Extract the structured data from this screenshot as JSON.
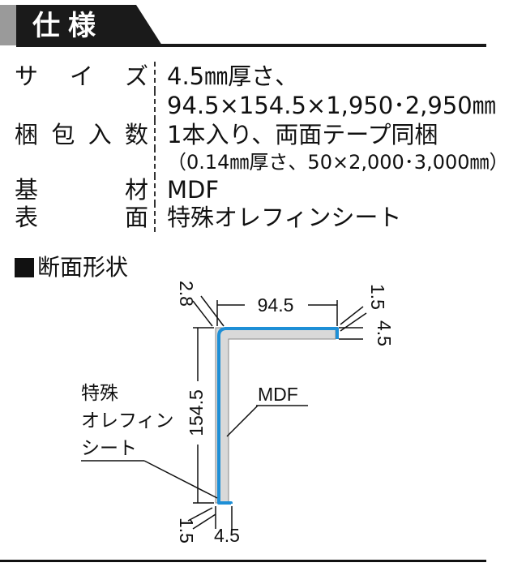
{
  "header": {
    "title": "仕様"
  },
  "specs": [
    {
      "label_chars": [
        "サ",
        "イ",
        "ズ"
      ],
      "value": "4.5㎜厚さ、"
    },
    {
      "label_chars": [],
      "value": "94.5×154.5×1,950･2,950㎜"
    },
    {
      "label_chars": [
        "梱",
        "包",
        "入",
        "数"
      ],
      "value": "1本入り、両面テープ同梱"
    },
    {
      "label_chars": [],
      "value": "（0.14㎜厚さ、50×2,000･3,000㎜）"
    },
    {
      "label_chars": [
        "基",
        "材"
      ],
      "value": "MDF"
    },
    {
      "label_chars": [
        "表",
        "面"
      ],
      "value": "特殊オレフィンシート"
    }
  ],
  "section": {
    "title": "断面形状"
  },
  "diagram": {
    "dim_top_width": "94.5",
    "dim_thickness_top": "2.8",
    "dim_sheet_top": "1.5",
    "dim_right_thickness": "4.5",
    "dim_height": "154.5",
    "dim_bottom_thickness": "4.5",
    "dim_sheet_bottom": "1.5",
    "label_material": "MDF",
    "label_surface_line1": "特殊",
    "label_surface_line2": "オレフィン",
    "label_surface_line3": "シート",
    "colors": {
      "sheet": "#1e8fd6",
      "core": "#d9d9d9",
      "header": "#1a1a1a"
    }
  }
}
